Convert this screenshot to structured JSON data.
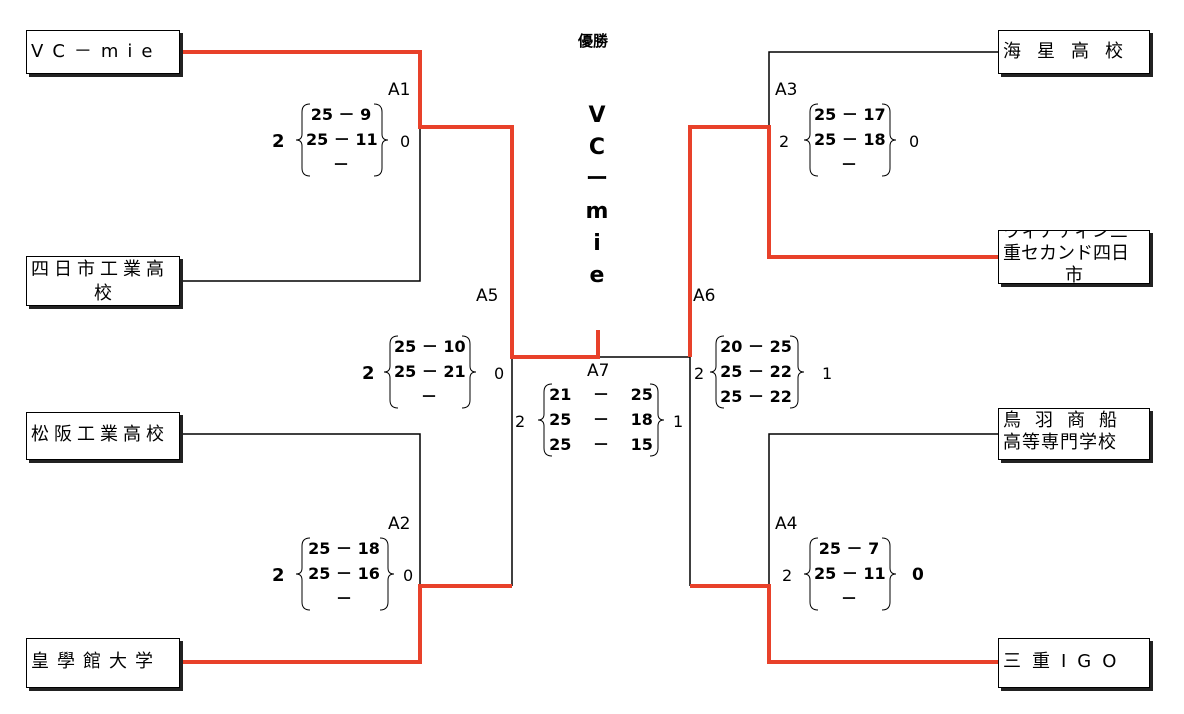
{
  "title": "優勝",
  "champion": "VC－mie",
  "champion_chars": [
    "V",
    "C",
    "ー",
    "m",
    "i",
    "e"
  ],
  "teams": {
    "t1": "VC－mie",
    "t2_line1": "四日市工業高",
    "t2_line2": "校",
    "t3": "松阪工業高校",
    "t4": "皇學館大学",
    "t5": "海星高校",
    "t6_line1": "ヴィアティン三",
    "t6_line2": "重セカンド四日",
    "t6_line3": "市",
    "t7_line1": "鳥羽商船",
    "t7_line2": "高等専門学校",
    "t8": "三重IGO"
  },
  "matches": {
    "A1": {
      "label": "A1",
      "left": "2",
      "right": "0",
      "sets": [
        "25 － 9",
        "25 － 11",
        "－"
      ]
    },
    "A2": {
      "label": "A2",
      "left": "2",
      "right": "0",
      "sets": [
        "25 － 18",
        "25 － 16",
        "－"
      ]
    },
    "A3": {
      "label": "A3",
      "left": "2",
      "right": "0",
      "sets": [
        "25 － 17",
        "25 － 18",
        "－"
      ]
    },
    "A4": {
      "label": "A4",
      "left": "2",
      "right": "0",
      "sets": [
        "25 － 7",
        "25 － 11",
        "－"
      ]
    },
    "A5": {
      "label": "A5",
      "left": "2",
      "right": "0",
      "sets": [
        "25 － 10",
        "25 － 21",
        "－"
      ]
    },
    "A6": {
      "label": "A6",
      "left": "2",
      "right": "1",
      "sets": [
        "20 － 25",
        "25 － 22",
        "25 － 22"
      ]
    },
    "A7": {
      "label": "A7",
      "left": "2",
      "right": "1",
      "sets": [
        "21 　－　 25",
        "25 　－　 18",
        "25 　－　 15"
      ]
    }
  },
  "colors": {
    "win_line": "#e8412a",
    "line": "#000000"
  }
}
